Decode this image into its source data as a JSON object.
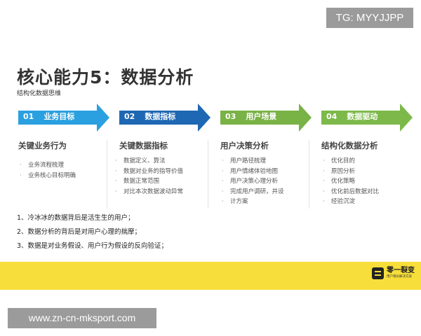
{
  "watermark_top": "TG: MYYJJPP",
  "title": "核心能力5：数据分析",
  "subtitle": "结构化数据思维",
  "steps": [
    {
      "num": "01",
      "label": "业务目标",
      "color": "#2aa0e0"
    },
    {
      "num": "02",
      "label": "数据指标",
      "color": "#1e67b3"
    },
    {
      "num": "03",
      "label": "用户场景",
      "color": "#79b245"
    },
    {
      "num": "04",
      "label": "数据驱动",
      "color": "#7cb94a"
    }
  ],
  "columns": [
    {
      "heading": "关键业务行为",
      "items": [
        "业务流程梳理",
        "业务核心目标明确"
      ]
    },
    {
      "heading": "关键数据指标",
      "items": [
        "数据定义、算法",
        "数据对业务的指导价值",
        "数据正常范围",
        "对比本次数据波动异常"
      ]
    },
    {
      "heading": "用户决策分析",
      "items": [
        "用户路径梳理",
        "用户情绪体验地图",
        "用户决策心理分析",
        "完成用户调研，并设",
        "计方案"
      ]
    },
    {
      "heading": "结构化数据分析",
      "items": [
        "优化目的",
        "原因分析",
        "优化策略",
        "优化前后数据对比",
        "经验沉淀"
      ]
    }
  ],
  "notes": [
    "1、冷冰冰的数据背后是活生生的用户；",
    "2、数据分析的背后是对用户心理的揣摩；",
    "3、数据是对业务假设、用户行为假设的反向验证；"
  ],
  "logo": {
    "name": "零一裂变",
    "tagline": "用户增长解决方案"
  },
  "watermark_bottom": "www.zn-cn-mksport.com"
}
